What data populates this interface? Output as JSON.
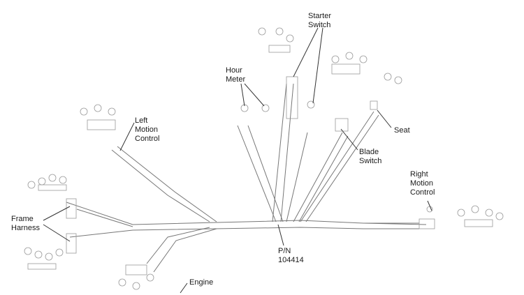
{
  "labels": {
    "starter_switch": [
      "Starter",
      "Switch"
    ],
    "hour_meter": [
      "Hour",
      "Meter"
    ],
    "left_motion_control": [
      "Left",
      "Motion",
      "Control"
    ],
    "seat": "Seat",
    "blade_switch": [
      "Blade",
      "Switch"
    ],
    "right_motion_control": [
      "Right",
      "Motion",
      "Control"
    ],
    "frame_harness": [
      "Frame",
      "Harness"
    ],
    "part_number": [
      "P/N",
      "104414"
    ],
    "engine": "Engine"
  },
  "colors": {
    "line": "#555555",
    "text": "#1a1a1a",
    "ink": "#888888"
  }
}
